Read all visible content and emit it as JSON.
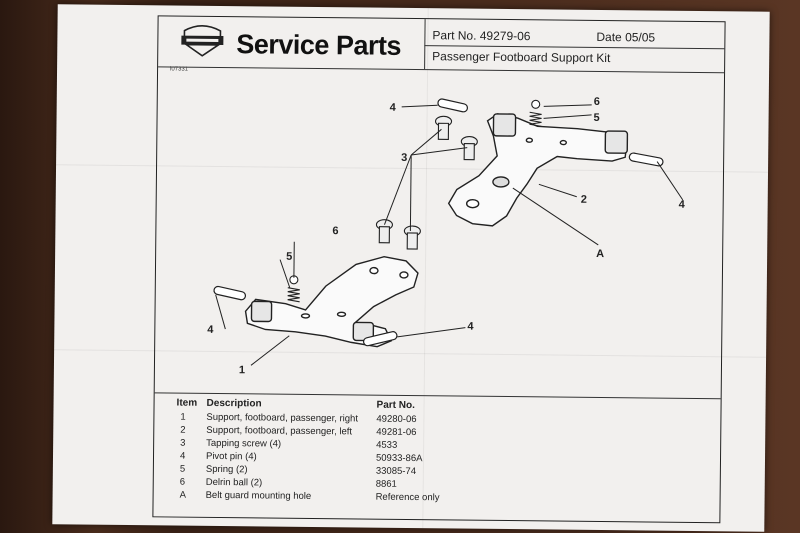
{
  "header": {
    "title": "Service Parts",
    "part_no": "Part No. 49279-06",
    "date": "Date 05/05",
    "kit_name": "Passenger Footboard Support Kit",
    "code_id": "i07331"
  },
  "callouts": {
    "one": "1",
    "two": "2",
    "three": "3",
    "four": "4",
    "five": "5",
    "six": "6",
    "a": "A"
  },
  "table": {
    "headers": {
      "item": "Item",
      "description": "Description",
      "part_no": "Part No."
    },
    "rows": [
      {
        "item": "1",
        "description": "Support, footboard, passenger, right",
        "part_no": "49280-06"
      },
      {
        "item": "2",
        "description": "Support, footboard, passenger, left",
        "part_no": "49281-06"
      },
      {
        "item": "3",
        "description": "Tapping screw (4)",
        "part_no": "4533"
      },
      {
        "item": "4",
        "description": "Pivot pin (4)",
        "part_no": "50933-86A"
      },
      {
        "item": "5",
        "description": "Spring (2)",
        "part_no": "33085-74"
      },
      {
        "item": "6",
        "description": "Delrin ball (2)",
        "part_no": "8861"
      },
      {
        "item": "A",
        "description": "Belt guard mounting hole",
        "part_no": "Reference only"
      }
    ]
  }
}
